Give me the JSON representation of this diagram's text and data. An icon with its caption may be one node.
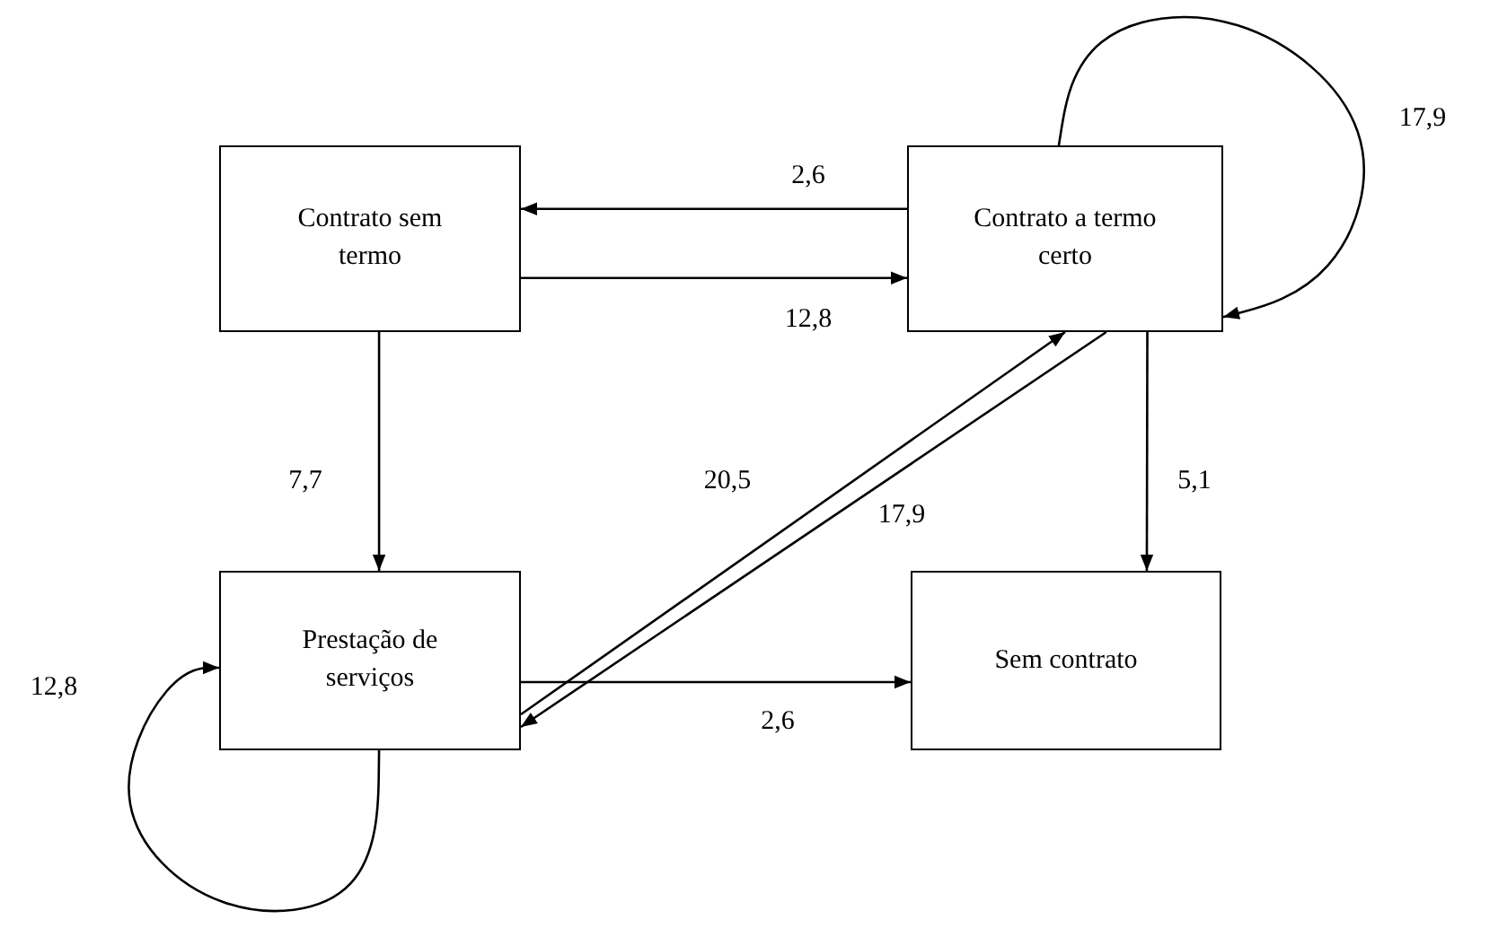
{
  "diagram": {
    "nodes": [
      {
        "text": [
          "Contrato sem termo"
        ]
      },
      {
        "text": [
          "Contrato a termo certo"
        ]
      },
      {
        "text": [
          "Prestação de serviços"
        ]
      },
      {
        "text": [
          "Sem contrato"
        ]
      }
    ],
    "edges": [
      {
        "from": 1,
        "to": 0,
        "arrow": "to",
        "label": "2,6"
      },
      {
        "from": 0,
        "to": 1,
        "arrow": "to",
        "label": "12,8"
      },
      {
        "from": 1,
        "to": 1,
        "arrow": "to",
        "label": "17,9"
      },
      {
        "from": 0,
        "to": 2,
        "arrow": "to",
        "label": "7,7"
      },
      {
        "from": 2,
        "to": 1,
        "arrow": "to",
        "label": "20,5"
      },
      {
        "from": 1,
        "to": 2,
        "arrow": "to",
        "label": "17,9"
      },
      {
        "from": 1,
        "to": 3,
        "arrow": "to",
        "label": "5,1"
      },
      {
        "from": 2,
        "to": 3,
        "arrow": "to",
        "label": "2,6"
      },
      {
        "from": 2,
        "to": 2,
        "arrow": "to",
        "label": "12,8"
      }
    ]
  }
}
